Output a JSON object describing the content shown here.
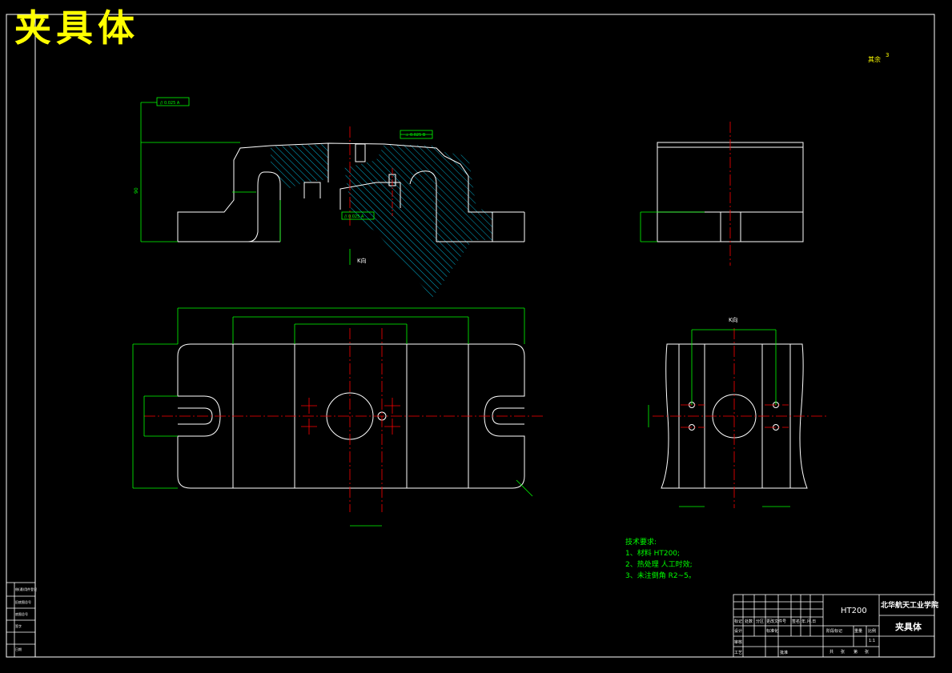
{
  "title": "夹具体",
  "roughness_note": "其余",
  "roughness_value": "3",
  "view_label": "K向",
  "tech_requirements": {
    "heading": "技术要求:",
    "items": [
      "1、材料 HT200;",
      "2、热处理 人工时效;",
      "3、未注倒角 R2~5。"
    ]
  },
  "title_block": {
    "material": "HT200",
    "school": "北华航天工业学院",
    "drawing_name": "夹具体",
    "stage_labels": [
      "阶段标记",
      "重量",
      "比例"
    ],
    "scale": "1:1",
    "sheet_labels": [
      "共",
      "张",
      "第",
      "张"
    ],
    "sign_rows": [
      [
        "标记",
        "处数",
        "分区",
        "更改文件号",
        "签名",
        "年.月.日"
      ],
      [
        "设计",
        "",
        "",
        "标准化",
        "",
        ""
      ],
      [
        "审核",
        "",
        "",
        "",
        "",
        ""
      ],
      [
        "工艺",
        "",
        "",
        "批准",
        "",
        ""
      ]
    ]
  },
  "left_strip": [
    "借(通)用件登记",
    "旧底图总号",
    "底图总号",
    "签字",
    "日期"
  ]
}
